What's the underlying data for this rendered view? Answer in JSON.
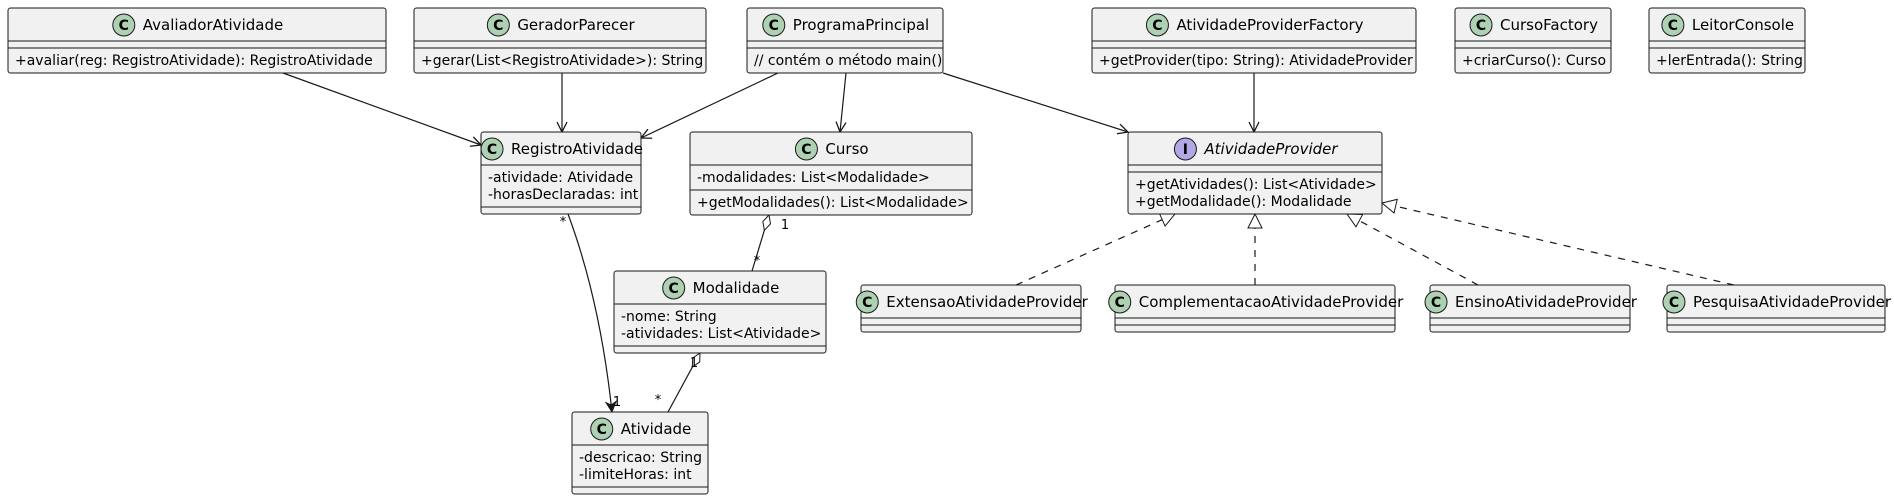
{
  "classes": {
    "avaliador": {
      "name": "AvaliadorAtividade",
      "stereo": "C",
      "members": [],
      "methods": [
        "+avaliar(reg: RegistroAtividade): RegistroAtividade"
      ]
    },
    "gerador": {
      "name": "GeradorParecer",
      "stereo": "C",
      "members": [],
      "methods": [
        "+gerar(List<RegistroAtividade>): String"
      ]
    },
    "programa": {
      "name": "ProgramaPrincipal",
      "stereo": "C",
      "members": [],
      "methods": [
        "// contém o método main()"
      ]
    },
    "factory": {
      "name": "AtividadeProviderFactory",
      "stereo": "C",
      "members": [],
      "methods": [
        "+getProvider(tipo: String): AtividadeProvider"
      ]
    },
    "cursoFactory": {
      "name": "CursoFactory",
      "stereo": "C",
      "members": [],
      "methods": [
        "+criarCurso(): Curso"
      ]
    },
    "leitor": {
      "name": "LeitorConsole",
      "stereo": "C",
      "members": [],
      "methods": [
        "+lerEntrada(): String"
      ]
    },
    "registro": {
      "name": "RegistroAtividade",
      "stereo": "C",
      "members": [
        "-atividade: Atividade",
        "-horasDeclaradas: int"
      ],
      "methods": []
    },
    "curso": {
      "name": "Curso",
      "stereo": "C",
      "members": [
        "-modalidades: List<Modalidade>"
      ],
      "methods": [
        "+getModalidades(): List<Modalidade>"
      ]
    },
    "provider": {
      "name": "AtividadeProvider",
      "stereo": "I",
      "members": [],
      "methods": [
        "+getAtividades(): List<Atividade>",
        "+getModalidade(): Modalidade"
      ]
    },
    "modalidade": {
      "name": "Modalidade",
      "stereo": "C",
      "members": [
        "-nome: String",
        "-atividades: List<Atividade>"
      ],
      "methods": []
    },
    "extensao": {
      "name": "ExtensaoAtividadeProvider",
      "stereo": "C",
      "members": [],
      "methods": []
    },
    "complementacao": {
      "name": "ComplementacaoAtividadeProvider",
      "stereo": "C",
      "members": [],
      "methods": []
    },
    "ensino": {
      "name": "EnsinoAtividadeProvider",
      "stereo": "C",
      "members": [],
      "methods": []
    },
    "pesquisa": {
      "name": "PesquisaAtividadeProvider",
      "stereo": "C",
      "members": [],
      "methods": []
    },
    "atividade": {
      "name": "Atividade",
      "stereo": "C",
      "members": [
        "-descricao: String",
        "-limiteHoras: int"
      ],
      "methods": []
    }
  },
  "relations": [
    {
      "from": "avaliador",
      "to": "registro",
      "kind": "dependency"
    },
    {
      "from": "gerador",
      "to": "registro",
      "kind": "dependency"
    },
    {
      "from": "programa",
      "to": "registro",
      "kind": "dependency"
    },
    {
      "from": "programa",
      "to": "curso",
      "kind": "dependency"
    },
    {
      "from": "programa",
      "to": "provider",
      "kind": "dependency"
    },
    {
      "from": "factory",
      "to": "provider",
      "kind": "dependency"
    },
    {
      "from": "registro",
      "to": "atividade",
      "kind": "association",
      "from_mult": "*",
      "to_mult": "1"
    },
    {
      "from": "curso",
      "to": "modalidade",
      "kind": "aggregation",
      "from_mult": "1",
      "to_mult": "*"
    },
    {
      "from": "modalidade",
      "to": "atividade",
      "kind": "aggregation",
      "from_mult": "1",
      "to_mult": "*"
    },
    {
      "from": "extensao",
      "to": "provider",
      "kind": "realization"
    },
    {
      "from": "complementacao",
      "to": "provider",
      "kind": "realization"
    },
    {
      "from": "ensino",
      "to": "provider",
      "kind": "realization"
    },
    {
      "from": "pesquisa",
      "to": "provider",
      "kind": "realization"
    }
  ]
}
